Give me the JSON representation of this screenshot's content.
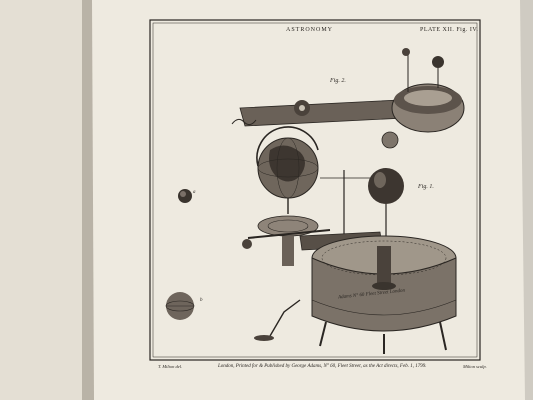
{
  "plate": {
    "header_title": "ASTRONOMY",
    "plate_number": "PLATE XII. Fig. IV.",
    "figure_labels": [
      "Fig. 2.",
      "Fig. 1."
    ],
    "ball_labels": [
      "a",
      "b"
    ],
    "dial_inscription": "Adams N° 60 Fleet Street London",
    "imprint_line": "London, Printed for & Published by George Adams, N° 60, Fleet Street, as the Act directs, Feb. 1, 1799.",
    "engraver_left": "T. Milton del.",
    "engraver_right": "Milton sculp."
  },
  "colors": {
    "paper": "#eeeae0",
    "ink": "#2a2622",
    "background": "#cfcbc2"
  }
}
